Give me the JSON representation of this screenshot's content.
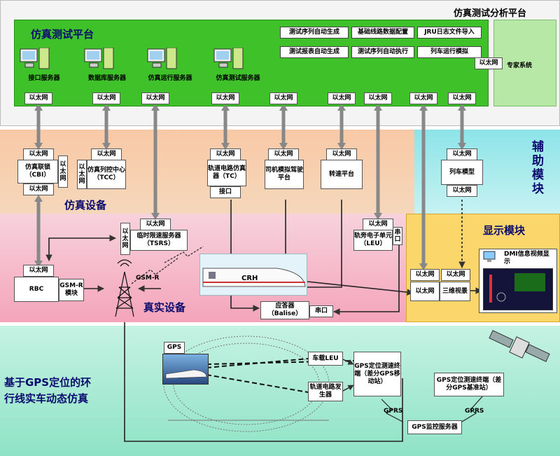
{
  "platform": {
    "outer_title": "仿真测试分析平台",
    "inner_title": "仿真测试平台",
    "servers": [
      "接口服务器",
      "数据库服务器",
      "仿真运行服务器",
      "仿真测试服务器"
    ],
    "functions": [
      "测试序列自动生成",
      "基础线路数据配置",
      "JRU日志文件导入",
      "测试报表自动生成",
      "测试序列自动执行",
      "列车运行模拟"
    ],
    "expert_system": "专家系统",
    "ethernet": "以太网"
  },
  "sim_devices": {
    "title": "仿真设备",
    "cbi": "仿真联锁（CBI）",
    "tcc": "仿真列控中心（TCC）",
    "tc": "轨道电路仿真器（TC）",
    "tc_interface": "接口",
    "driver": "司机模拟驾驶平台",
    "speed": "转速平台",
    "tsrs": "临时限速服务器（TSRS）",
    "leu": "轨旁电子单元（LEU）",
    "serial": "串口"
  },
  "aux": {
    "title": "辅助模块",
    "train_model": "列车模型"
  },
  "display": {
    "title": "显示模块",
    "view3d": "三维视景",
    "dmi": "DMI信息视频显示"
  },
  "real": {
    "title": "真实设备",
    "rbc": "RBC",
    "gsmr_module": "GSM-R模块",
    "gsmr": "GSM-R",
    "crh": "CRH",
    "balise": "应答器（Balise）"
  },
  "gps": {
    "title_line1": "基于GPS定位的环",
    "title_line2": "行线实车动态仿真",
    "gps": "GPS",
    "onboard_leu": "车载LEU",
    "track_gen": "轨道电路发生器",
    "mobile_term": "GPS定位测速终端（差分GPS移动站）",
    "base_term": "GPS定位测速终端（差分GPS基准站）",
    "monitor": "GPS监控服务器",
    "gprs": "GPRS"
  }
}
